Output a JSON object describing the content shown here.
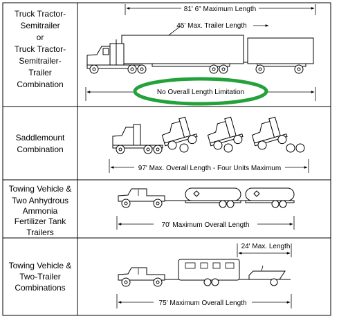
{
  "rows": [
    {
      "label": [
        "Truck Tractor-",
        "Semitrailer",
        "or",
        "Truck Tractor-",
        "Semitrailer-",
        "Trailer",
        "Combination"
      ],
      "dims": [
        "81' 6\" Maximum Length",
        "45' Max. Trailer Length"
      ],
      "note": "No Overall Length Limitation"
    },
    {
      "label": [
        "Saddlemount",
        "Combination"
      ],
      "dims": [
        "97' Max. Overall Length - Four Units Maximum"
      ]
    },
    {
      "label": [
        "Towing Vehicle &",
        "Two Anhydrous",
        "Ammonia",
        "Fertilizer Tank",
        "Trailers"
      ],
      "dims": [
        "70' Maximum Overall Length"
      ]
    },
    {
      "label": [
        "Towing Vehicle &",
        "Two-Trailer",
        "Combinations"
      ],
      "dims": [
        "24' Max. Length",
        "75' Maximum Overall Length"
      ]
    }
  ],
  "colors": {
    "highlight_ellipse": "#23a23a",
    "lines": "#000000"
  }
}
